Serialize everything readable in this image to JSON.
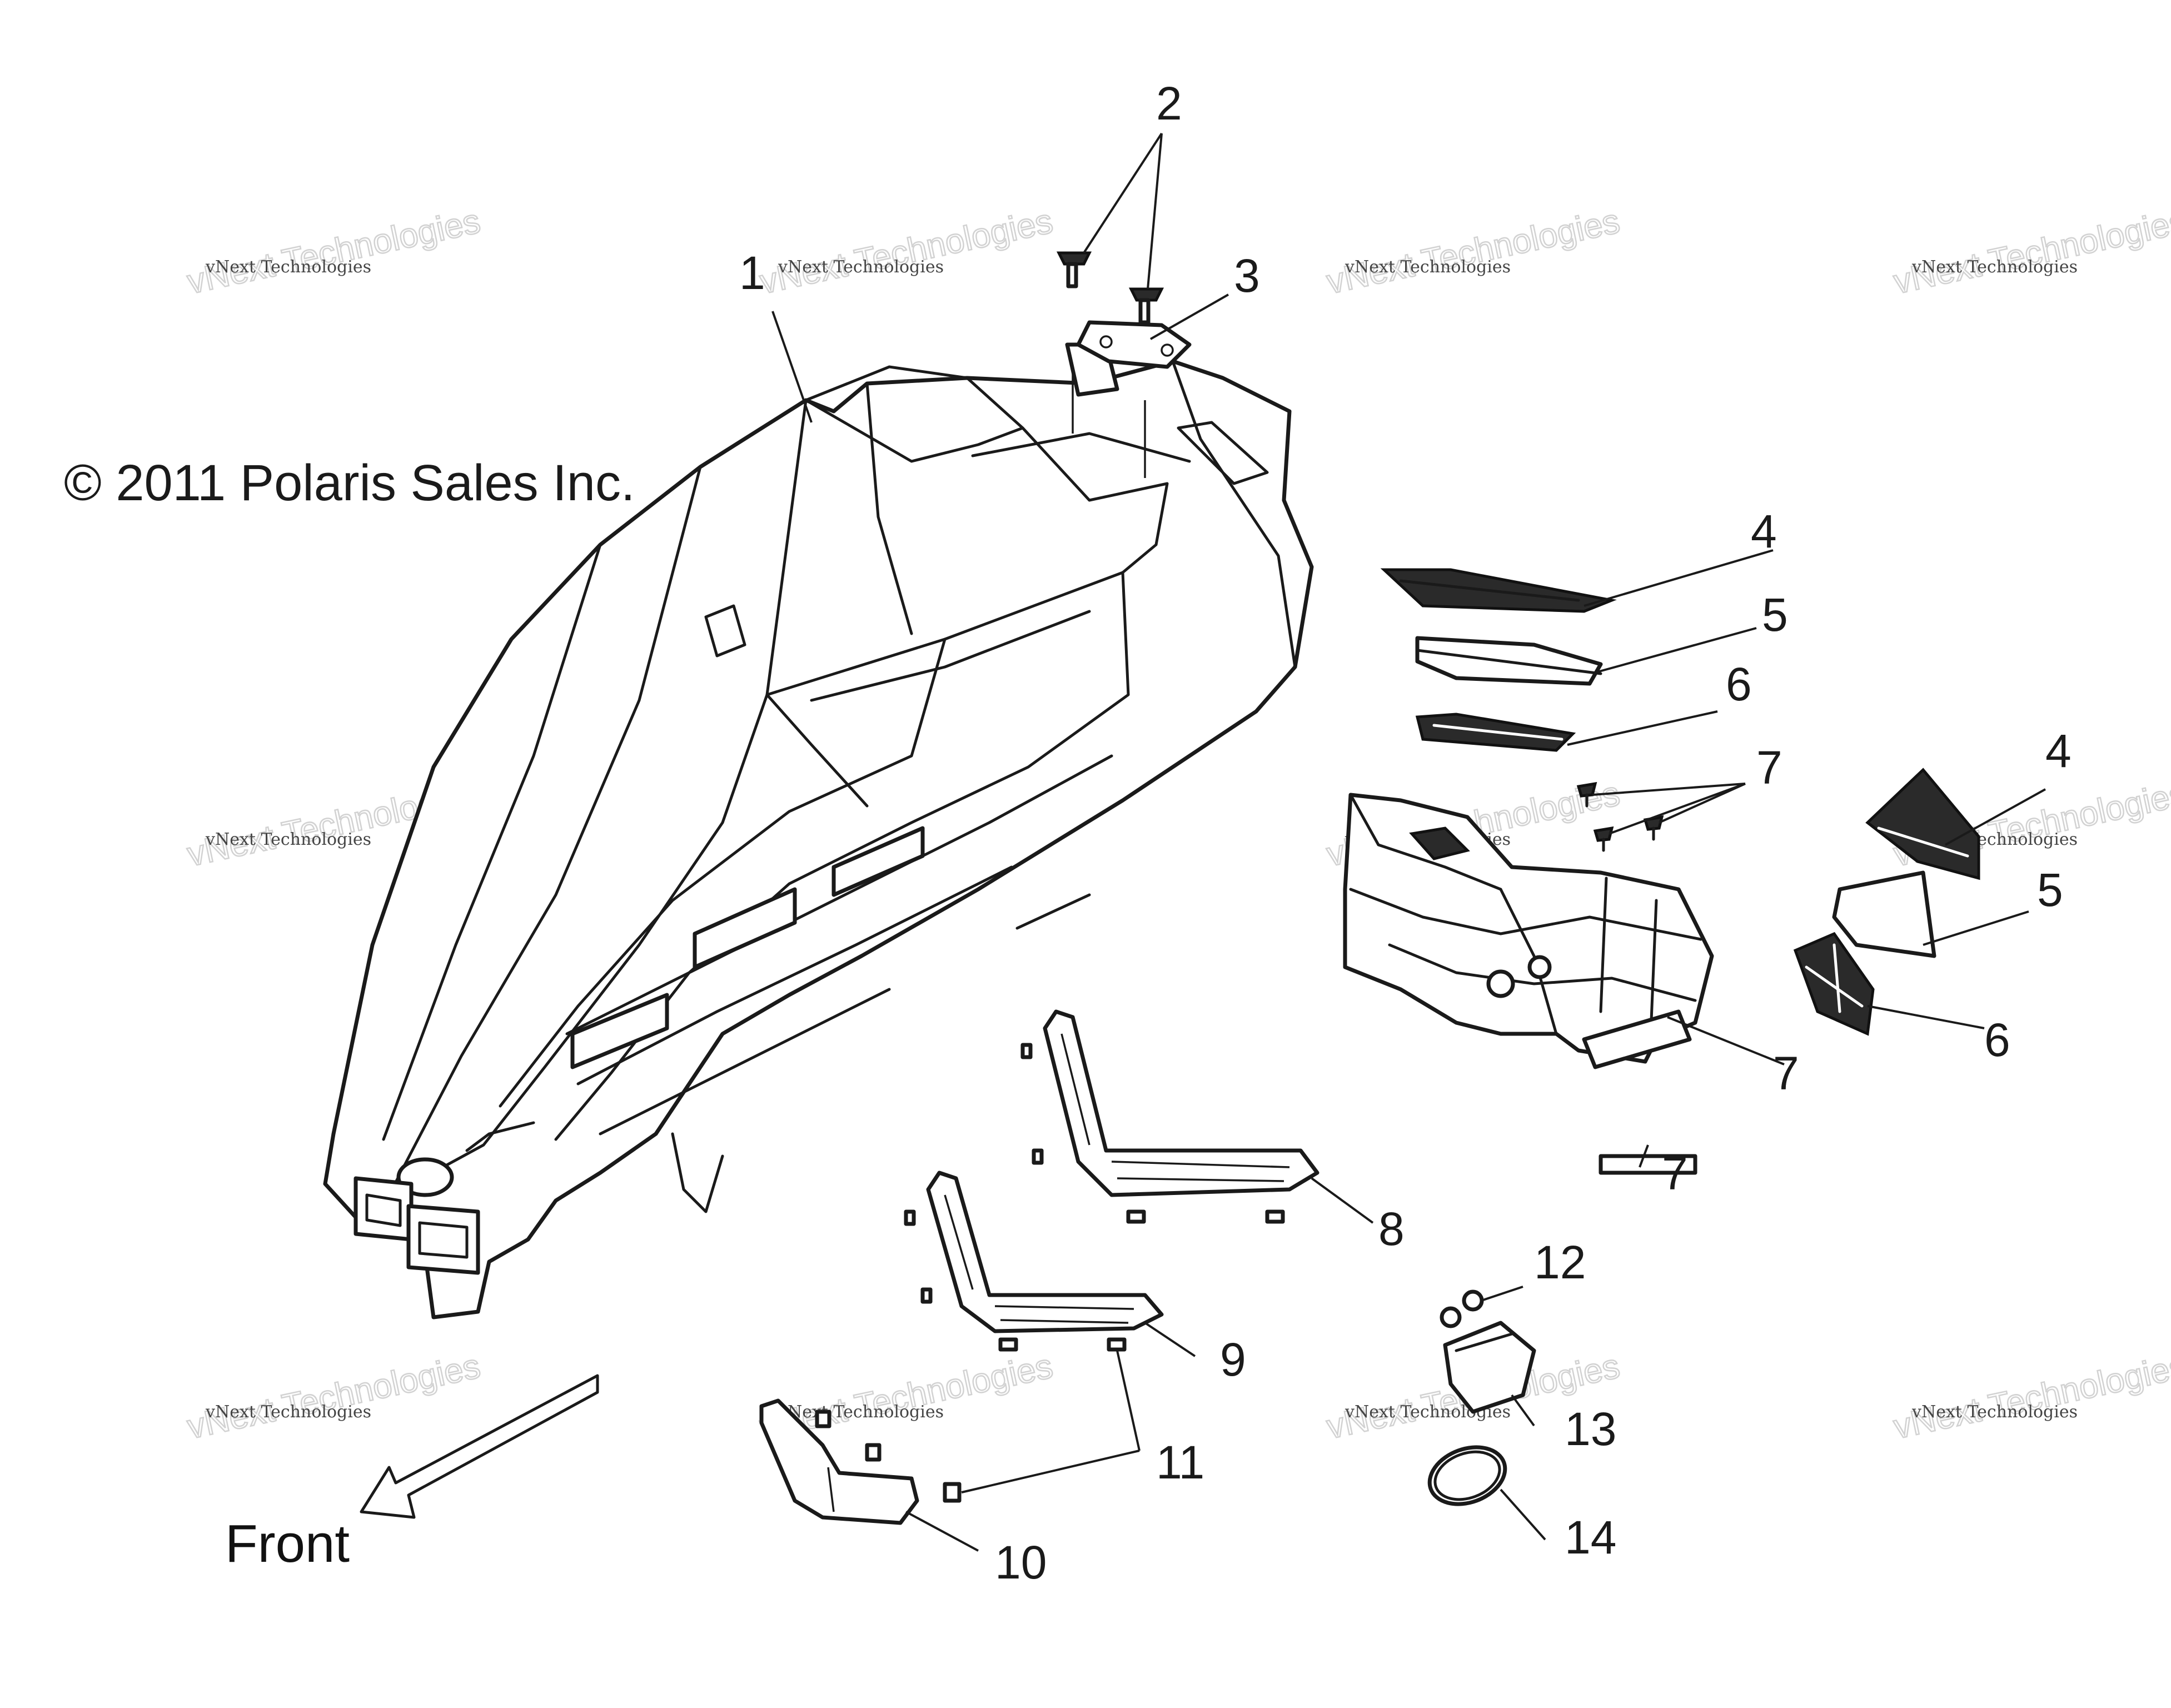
{
  "copyright": "© 2011 Polaris Sales Inc.",
  "front_label": "Front",
  "watermark": {
    "line1": "vNext Technologies",
    "line2": "vNext Technologies"
  },
  "callouts": [
    "1",
    "2",
    "3",
    "4",
    "5",
    "6",
    "7",
    "7",
    "7",
    "4",
    "5",
    "6",
    "7",
    "8",
    "9",
    "10",
    "11",
    "12",
    "13",
    "14"
  ]
}
